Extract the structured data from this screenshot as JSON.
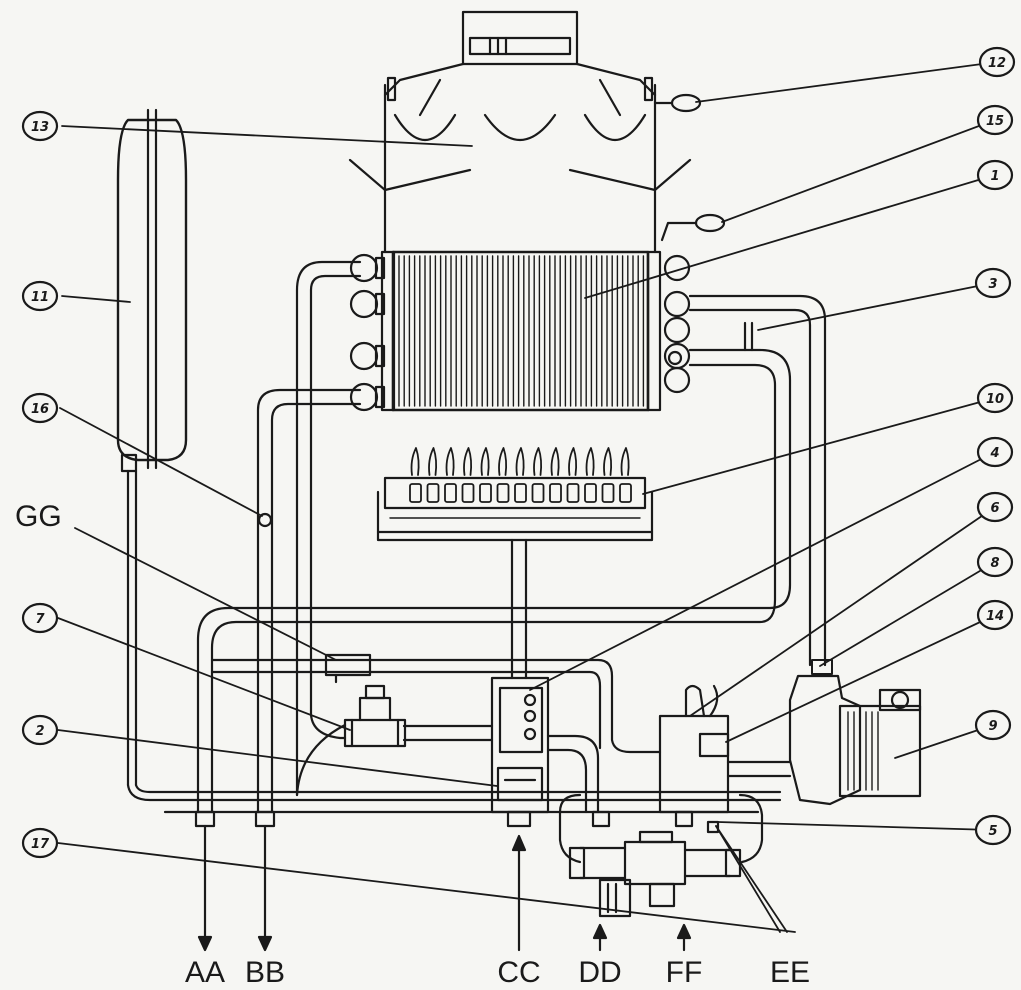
{
  "diagram": {
    "callouts": [
      {
        "id": "c12",
        "text": "12"
      },
      {
        "id": "c13",
        "text": "13"
      },
      {
        "id": "c15",
        "text": "15"
      },
      {
        "id": "c1",
        "text": "1"
      },
      {
        "id": "c11",
        "text": "11"
      },
      {
        "id": "c3",
        "text": "3"
      },
      {
        "id": "c16",
        "text": "16"
      },
      {
        "id": "c10",
        "text": "10"
      },
      {
        "id": "c4",
        "text": "4"
      },
      {
        "id": "c6",
        "text": "6"
      },
      {
        "id": "c8",
        "text": "8"
      },
      {
        "id": "c14",
        "text": "14"
      },
      {
        "id": "c7",
        "text": "7"
      },
      {
        "id": "c9",
        "text": "9"
      },
      {
        "id": "c2",
        "text": "2"
      },
      {
        "id": "c5",
        "text": "5"
      },
      {
        "id": "c17",
        "text": "17"
      }
    ],
    "text_labels": [
      {
        "id": "gg",
        "text": "GG"
      }
    ],
    "connections": [
      {
        "id": "aa",
        "text": "AA"
      },
      {
        "id": "bb",
        "text": "BB"
      },
      {
        "id": "cc",
        "text": "CC"
      },
      {
        "id": "dd",
        "text": "DD"
      },
      {
        "id": "ff",
        "text": "FF"
      },
      {
        "id": "ee",
        "text": "EE"
      }
    ],
    "colors": {
      "ink": "#1a1a1a",
      "paper": "#f6f6f3"
    }
  }
}
